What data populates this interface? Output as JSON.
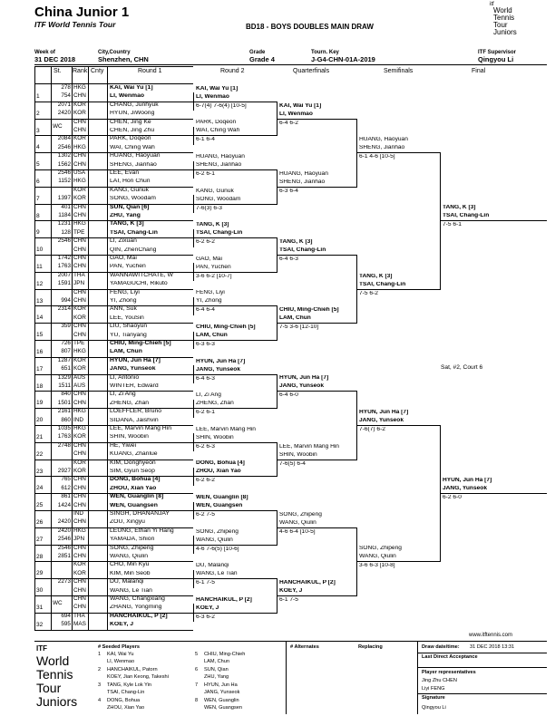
{
  "header": {
    "title": "China Junior 1",
    "subtitle": "ITF World Tennis Tour",
    "draw_title": "BD18 - BOYS DOUBLES MAIN DRAW",
    "logo_top": {
      "itf": "itf",
      "w1": "World",
      "w2": "Tennis",
      "w3": "Tour",
      "w4": "Juniors"
    }
  },
  "meta": {
    "week_label": "Week of",
    "week": "31 DEC 2018",
    "city_label": "City,Country",
    "city": "Shenzhen, CHN",
    "grade_label": "Grade",
    "grade": "Grade 4",
    "key_label": "Tourn. Key",
    "key": "J-G4-CHN-01A-2019",
    "supervisor_label": "ITF Supervisor",
    "supervisor": "Qingyou Li"
  },
  "columns": {
    "st": "St.",
    "rank": "Rank",
    "cnty": "Cnty",
    "r1": "Round 1",
    "r2": "Round 2",
    "qf": "Quarterfinals",
    "sf": "Semifinals",
    "f": "Final"
  },
  "entries": [
    {
      "n": "1",
      "st": "",
      "p": [
        [
          "278",
          "HKG",
          "KAI, Wai Yu [1]"
        ],
        [
          "754",
          "CHN",
          "LI, Wenmao"
        ]
      ],
      "bold": true
    },
    {
      "n": "2",
      "st": "",
      "p": [
        [
          "2071",
          "KOR",
          "CHANG, Junhyuk"
        ],
        [
          "2420",
          "KOR",
          "HYUN, JiWoong"
        ]
      ]
    },
    {
      "n": "3",
      "st": "WC",
      "p": [
        [
          "",
          "CHN",
          "CHEN, Jing Ke"
        ],
        [
          "",
          "CHN",
          "CHEN, Jing Zhu"
        ]
      ]
    },
    {
      "n": "4",
      "st": "",
      "p": [
        [
          "2084",
          "KOR",
          "PARK, Doqeon"
        ],
        [
          "2546",
          "HKG",
          "WAI, Ching Wah"
        ]
      ]
    },
    {
      "n": "5",
      "st": "",
      "p": [
        [
          "1302",
          "CHN",
          "HUANG, Haoyuan"
        ],
        [
          "1562",
          "CHN",
          "SHENG, Jianhao"
        ]
      ]
    },
    {
      "n": "6",
      "st": "",
      "p": [
        [
          "2546",
          "USA",
          "LEE, Evan"
        ],
        [
          "1152",
          "HKG",
          "LAI, Hon Chun"
        ]
      ]
    },
    {
      "n": "7",
      "st": "",
      "p": [
        [
          "",
          "KOR",
          "KANG, Gunuk"
        ],
        [
          "1397",
          "KOR",
          "SONG, Woodam"
        ]
      ]
    },
    {
      "n": "8",
      "st": "",
      "p": [
        [
          "401",
          "CHN",
          "SUN, Qian [6]"
        ],
        [
          "1184",
          "CHN",
          "ZHU, Yang"
        ]
      ],
      "bold": true
    },
    {
      "n": "9",
      "st": "",
      "p": [
        [
          "1231",
          "HKG",
          "TANG, K [3]"
        ],
        [
          "128",
          "TPE",
          "TSAI, Chang-Lin"
        ]
      ],
      "bold": true
    },
    {
      "n": "10",
      "st": "",
      "p": [
        [
          "2546",
          "CHN",
          "LI, Zixuan"
        ],
        [
          "",
          "CHN",
          "QIN, ZhenChang"
        ]
      ]
    },
    {
      "n": "11",
      "st": "",
      "p": [
        [
          "1742",
          "CHN",
          "GAO, Mai"
        ],
        [
          "1763",
          "CHN",
          "PAN, Yuchen"
        ]
      ]
    },
    {
      "n": "12",
      "st": "",
      "p": [
        [
          "2007",
          "THA",
          "WANNAWITCHATE, W"
        ],
        [
          "1591",
          "JPN",
          "YAMAGUCHI, Rikuto"
        ]
      ]
    },
    {
      "n": "13",
      "st": "",
      "p": [
        [
          "",
          "CHN",
          "FENG, Liyi"
        ],
        [
          "994",
          "CHN",
          "YI, Zhong"
        ]
      ]
    },
    {
      "n": "14",
      "st": "",
      "p": [
        [
          "2314",
          "KOR",
          "ANN, Suk"
        ],
        [
          "",
          "KOR",
          "LEE, YouSin"
        ]
      ]
    },
    {
      "n": "15",
      "st": "",
      "p": [
        [
          "359",
          "CHN",
          "LIU, Shaoyun"
        ],
        [
          "",
          "CHN",
          "YU, Tianyang"
        ]
      ]
    },
    {
      "n": "16",
      "st": "",
      "p": [
        [
          "726",
          "TPE",
          "CHIU, Ming-Chieh [5]"
        ],
        [
          "807",
          "HKG",
          "LAM, Chun"
        ]
      ],
      "bold": true
    },
    {
      "n": "17",
      "st": "",
      "p": [
        [
          "1287",
          "KOR",
          "HYUN, Jun Ha [7]"
        ],
        [
          "651",
          "KOR",
          "JANG, Yunseok"
        ]
      ],
      "bold": true
    },
    {
      "n": "18",
      "st": "",
      "p": [
        [
          "1329",
          "AUS",
          "LI, Antonio"
        ],
        [
          "1511",
          "AUS",
          "WINTER, Edward"
        ]
      ]
    },
    {
      "n": "19",
      "st": "",
      "p": [
        [
          "840",
          "CHN",
          "LI, Zi Ang"
        ],
        [
          "1501",
          "CHN",
          "ZHENG, Zhan"
        ]
      ]
    },
    {
      "n": "20",
      "st": "",
      "p": [
        [
          "2161",
          "HKG",
          "LOEFFLER, Bruno"
        ],
        [
          "860",
          "IND",
          "SIDANA, Jaishvin"
        ]
      ]
    },
    {
      "n": "21",
      "st": "",
      "p": [
        [
          "1035",
          "HKG",
          "LEE, Marvin Mang Hin"
        ],
        [
          "1763",
          "KOR",
          "SHIN, Woobin"
        ]
      ]
    },
    {
      "n": "22",
      "st": "",
      "p": [
        [
          "2748",
          "CHN",
          "HE, Yiwei"
        ],
        [
          "",
          "CHN",
          "KUANG, Zhanlue"
        ]
      ]
    },
    {
      "n": "23",
      "st": "",
      "p": [
        [
          "",
          "KOR",
          "KIM, Donghyeon"
        ],
        [
          "2927",
          "KOR",
          "SIM, Gyun Seop"
        ]
      ]
    },
    {
      "n": "24",
      "st": "",
      "p": [
        [
          "765",
          "CHN",
          "DONG, Bohua [4]"
        ],
        [
          "612",
          "CHN",
          "ZHOU, Xian Yao"
        ]
      ],
      "bold": true
    },
    {
      "n": "25",
      "st": "",
      "p": [
        [
          "861",
          "CHN",
          "WEN, Guanglin [8]"
        ],
        [
          "1424",
          "CHN",
          "WEN, Guangsen"
        ]
      ],
      "bold": true
    },
    {
      "n": "26",
      "st": "",
      "p": [
        [
          "",
          "IND",
          "SINGH, DHANANJAY"
        ],
        [
          "2420",
          "CHN",
          "ZOU, Xingyu"
        ]
      ]
    },
    {
      "n": "27",
      "st": "",
      "p": [
        [
          "2420",
          "HKG",
          "LEUNG, Ethan Yi Hang"
        ],
        [
          "2546",
          "JPN",
          "YAMADA, Shion"
        ]
      ]
    },
    {
      "n": "28",
      "st": "",
      "p": [
        [
          "2546",
          "CHN",
          "SONG, Zhipeng"
        ],
        [
          "2851",
          "CHN",
          "WANG, Qiulin"
        ]
      ]
    },
    {
      "n": "29",
      "st": "",
      "p": [
        [
          "",
          "KOR",
          "CHO, Min Kyu"
        ],
        [
          "",
          "KOR",
          "KIM, Min Seob"
        ]
      ]
    },
    {
      "n": "30",
      "st": "",
      "p": [
        [
          "2273",
          "CHN",
          "DU, Malanqi"
        ],
        [
          "",
          "CHN",
          "WANG, Le Tian"
        ]
      ]
    },
    {
      "n": "31",
      "st": "WC",
      "p": [
        [
          "",
          "CHN",
          "WANG, Changxiang"
        ],
        [
          "",
          "CHN",
          "ZHANG, Yongming"
        ]
      ]
    },
    {
      "n": "32",
      "st": "",
      "p": [
        [
          "694",
          "THA",
          "HANCHAIKUL, P [2]"
        ],
        [
          "595",
          "MAS",
          "KOEY, J"
        ]
      ],
      "bold": true
    }
  ],
  "r2": [
    {
      "a": "KAI, Wai Yu [1]",
      "b": "LI, Wenmao",
      "bold": true,
      "s": "6-7(4) 7-6(4) [10-5]"
    },
    {
      "a": "PARK, Doqeon",
      "b": "WAI, Ching Wah",
      "s": "6-1 6-4"
    },
    {
      "a": "HUANG, Haoyuan",
      "b": "SHENG, Jianhao",
      "s": "6-2 6-1"
    },
    {
      "a": "KANG, Gunuk",
      "b": "SONG, Woodam",
      "s": "7-6(3) 6-3"
    },
    {
      "a": "TANG, K [3]",
      "b": "TSAI, Chang-Lin",
      "bold": true,
      "s": "6-2 6-2"
    },
    {
      "a": "GAO, Mai",
      "b": "PAN, Yuchen",
      "s": "3-6 6-2 [10-7]"
    },
    {
      "a": "FENG, Liyi",
      "b": "YI, Zhong",
      "s": "6-4 6-4"
    },
    {
      "a": "CHIU, Ming-Chieh [5]",
      "b": "LAM, Chun",
      "bold": true,
      "s": "6-3 6-3"
    },
    {
      "a": "HYUN, Jun Ha [7]",
      "b": "JANG, Yunseok",
      "bold": true,
      "s": "6-4 6-3"
    },
    {
      "a": "LI, Zi Ang",
      "b": "ZHENG, Zhan",
      "s": "6-2 6-1"
    },
    {
      "a": "LEE, Marvin Mang Hin",
      "b": "SHIN, Woobin",
      "s": "6-2 6-3"
    },
    {
      "a": "DONG, Bohua [4]",
      "b": "ZHOU, Xian Yao",
      "bold": true,
      "s": "6-2 6-2"
    },
    {
      "a": "WEN, Guanglin [8]",
      "b": "WEN, Guangsen",
      "bold": true,
      "s": "6-2 7-5"
    },
    {
      "a": "SONG, Zhipeng",
      "b": "WANG, Qiulin",
      "s": "4-6 7-6(5) [10-6]"
    },
    {
      "a": "DU, Malanqi",
      "b": "WANG, Le Tian",
      "s": "6-1 7-5"
    },
    {
      "a": "HANCHAIKUL, P [2]",
      "b": "KOEY, J",
      "bold": true,
      "s": "6-3 6-2"
    }
  ],
  "qf": [
    {
      "a": "KAI, Wai Yu [1]",
      "b": "LI, Wenmao",
      "bold": true,
      "s": "6-4 6-2"
    },
    {
      "a": "HUANG, Haoyuan",
      "b": "SHENG, Jianhao",
      "s": "6-3 6-4"
    },
    {
      "a": "TANG, K [3]",
      "b": "TSAI, Chang-Lin",
      "bold": true,
      "s": "6-4 6-3"
    },
    {
      "a": "CHIU, Ming-Chieh [5]",
      "b": "LAM, Chun",
      "bold": true,
      "s": "7-5 3-6 [12-10]"
    },
    {
      "a": "HYUN, Jun Ha [7]",
      "b": "JANG, Yunseok",
      "bold": true,
      "s": "6-4 6-0"
    },
    {
      "a": "LEE, Marvin Mang Hin",
      "b": "SHIN, Woobin",
      "s": "7-6(5) 6-4"
    },
    {
      "a": "SONG, Zhipeng",
      "b": "WANG, Qiulin",
      "s": "4-6 6-4 [10-5]"
    },
    {
      "a": "HANCHAIKUL, P [2]",
      "b": "KOEY, J",
      "bold": true,
      "s": "6-1 7-5"
    }
  ],
  "sf": [
    {
      "a": "HUANG, Haoyuan",
      "b": "SHENG, Jianhao",
      "s": "6-1 4-6 [10-5]"
    },
    {
      "a": "TANG, K [3]",
      "b": "TSAI, Chang-Lin",
      "bold": true,
      "s": "7-5 6-2"
    },
    {
      "a": "HYUN, Jun Ha [7]",
      "b": "JANG, Yunseok",
      "bold": true,
      "s": "7-6(7) 6-2"
    },
    {
      "a": "SONG, Zhipeng",
      "b": "WANG, Qiulin",
      "s": "3-6 6-3 [10-8]"
    }
  ],
  "final": [
    {
      "a": "TANG, K [3]",
      "b": "TSAI, Chang-Lin",
      "bold": true,
      "s": "7-5 6-1"
    },
    {
      "a": "HYUN, Jun Ha [7]",
      "b": "JANG, Yunseok",
      "bold": true,
      "s": "6-2 6-0"
    }
  ],
  "schedule_note": "Sat, #2, Court 6",
  "footer": {
    "website": "www.itftennis.com",
    "seeded_title": "# Seeded Players",
    "seeds": [
      {
        "n": "1",
        "a": "KAI, Wai Yu",
        "b": "LI, Wenmao"
      },
      {
        "n": "2",
        "a": "HANCHAIKUL, Patorn",
        "b": "KOEY, Jian Keong, Takeshi"
      },
      {
        "n": "3",
        "a": "TANG, Kyle Lok Yin",
        "b": "TSAI, Chang-Lin"
      },
      {
        "n": "4",
        "a": "DONG, Bohua",
        "b": "ZHOU, Xian Yao"
      },
      {
        "n": "5",
        "a": "CHIU, Ming-Chieh",
        "b": "LAM, Chun"
      },
      {
        "n": "6",
        "a": "SUN, Qian",
        "b": "ZHU, Yang"
      },
      {
        "n": "7",
        "a": "HYUN, Jun Ha",
        "b": "JANG, Yunseok"
      },
      {
        "n": "8",
        "a": "WEN, Guanglin",
        "b": "WEN, Guangsen"
      }
    ],
    "alternates_title": "# Alternates",
    "replacing_title": "Replacing",
    "draw_date_label": "Draw date/time:",
    "draw_date": "31 DEC 2018 13:31",
    "lda_label": "Last Direct Acceptance",
    "reps_label": "Player representatives",
    "rep1": "Jing Zhu CHEN",
    "rep2": "Liyi FENG",
    "signature_label": "Signature",
    "signature": "Qingyou Li",
    "logo": {
      "itf": "ITF",
      "w1": "World",
      "w2": "Tennis",
      "w3": "Tour",
      "w4": "Juniors"
    }
  }
}
